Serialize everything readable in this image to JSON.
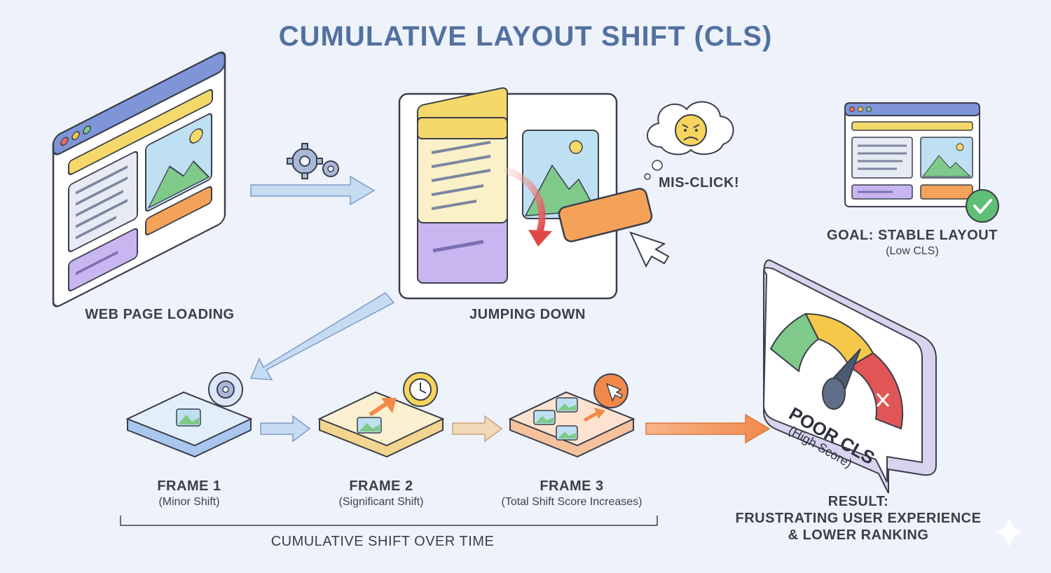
{
  "title": "CUMULATIVE LAYOUT SHIFT (CLS)",
  "stages": {
    "loading": "WEB PAGE LOADING",
    "jumping": "JUMPING DOWN",
    "misclick": "MIS-CLICK!"
  },
  "goal": {
    "label": "GOAL: STABLE LAYOUT",
    "sub": "(Low CLS)"
  },
  "frames": [
    {
      "label": "FRAME 1",
      "sub": "(Minor Shift)"
    },
    {
      "label": "FRAME 2",
      "sub": "(Significant Shift)"
    },
    {
      "label": "FRAME 3",
      "sub": "(Total Shift Score Increases)"
    }
  ],
  "cumulative": "CUMULATIVE SHIFT OVER TIME",
  "gauge": {
    "line1": "POOR CLS",
    "line2": "(High Score)"
  },
  "result": {
    "line1": "RESULT:",
    "line2": "FRUSTRATING USER EXPERIENCE",
    "line3": "& LOWER RANKING"
  },
  "colors": {
    "title": "#5271a0",
    "yellow": "#f5d86a",
    "orange": "#f4a259",
    "purple": "#c9b5ef",
    "green": "#7fc98a",
    "red": "#e05555",
    "blue_frame": "#7f95d8"
  }
}
